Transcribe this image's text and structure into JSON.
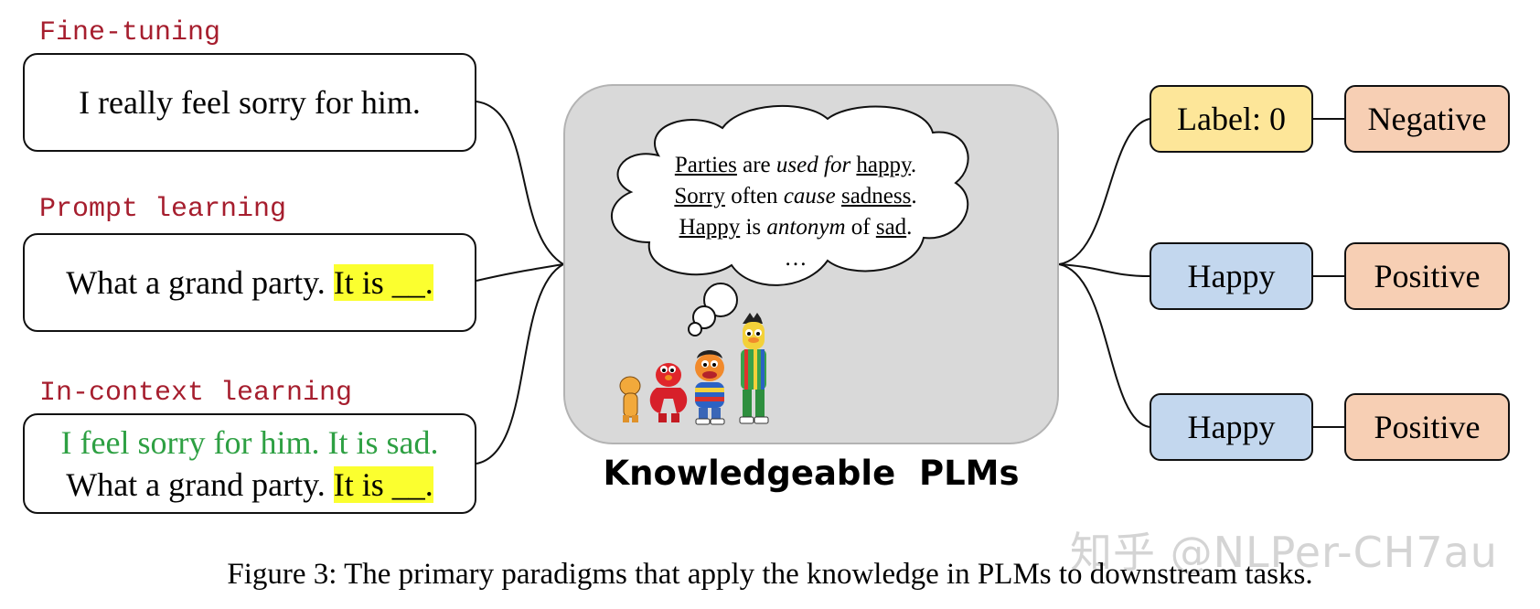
{
  "paradigms": {
    "fine_tuning": {
      "label": "Fine-tuning",
      "text": "I really feel sorry for him."
    },
    "prompt_learning": {
      "label": "Prompt learning",
      "text_plain": "What a grand party. ",
      "text_highlight": "It is __."
    },
    "in_context_learning": {
      "label": "In-context learning",
      "demo_text": "I feel sorry for him. It is sad.",
      "text_plain": "What a grand party. ",
      "text_highlight": "It is __."
    }
  },
  "knowledge": {
    "line1": {
      "a": "Parties",
      "b": " are ",
      "c": "used for",
      "d": " ",
      "e": "happy",
      "f": "."
    },
    "line2": {
      "a": "Sorry",
      "b": " often ",
      "c": "cause",
      "d": " ",
      "e": "sadness",
      "f": "."
    },
    "line3": {
      "a": "Happy",
      "b": " is ",
      "c": "antonym",
      "d": " of ",
      "e": "sad",
      "f": "."
    },
    "ellipsis": "…"
  },
  "center_title": "Knowledgeable  PLMs",
  "outputs": [
    {
      "intermediate": "Label: 0",
      "sentiment": "Negative"
    },
    {
      "intermediate": "Happy",
      "sentiment": "Positive"
    },
    {
      "intermediate": "Happy",
      "sentiment": "Positive"
    }
  ],
  "caption": "Figure 3: The primary paradigms that apply the knowledge in PLMs to downstream tasks.",
  "watermark": "知乎 @NLPer-CH7au",
  "colors": {
    "section_label": "#a61e2e",
    "highlight": "#fbff2f",
    "demo_text": "#2ea043",
    "label_fill": "#fde699",
    "word_fill": "#c3d7ee",
    "sentiment_fill": "#f7cfb4",
    "panel_fill": "#d9d9d9"
  },
  "icons": [
    "cloud-thought-bubble",
    "muppet-characters"
  ]
}
